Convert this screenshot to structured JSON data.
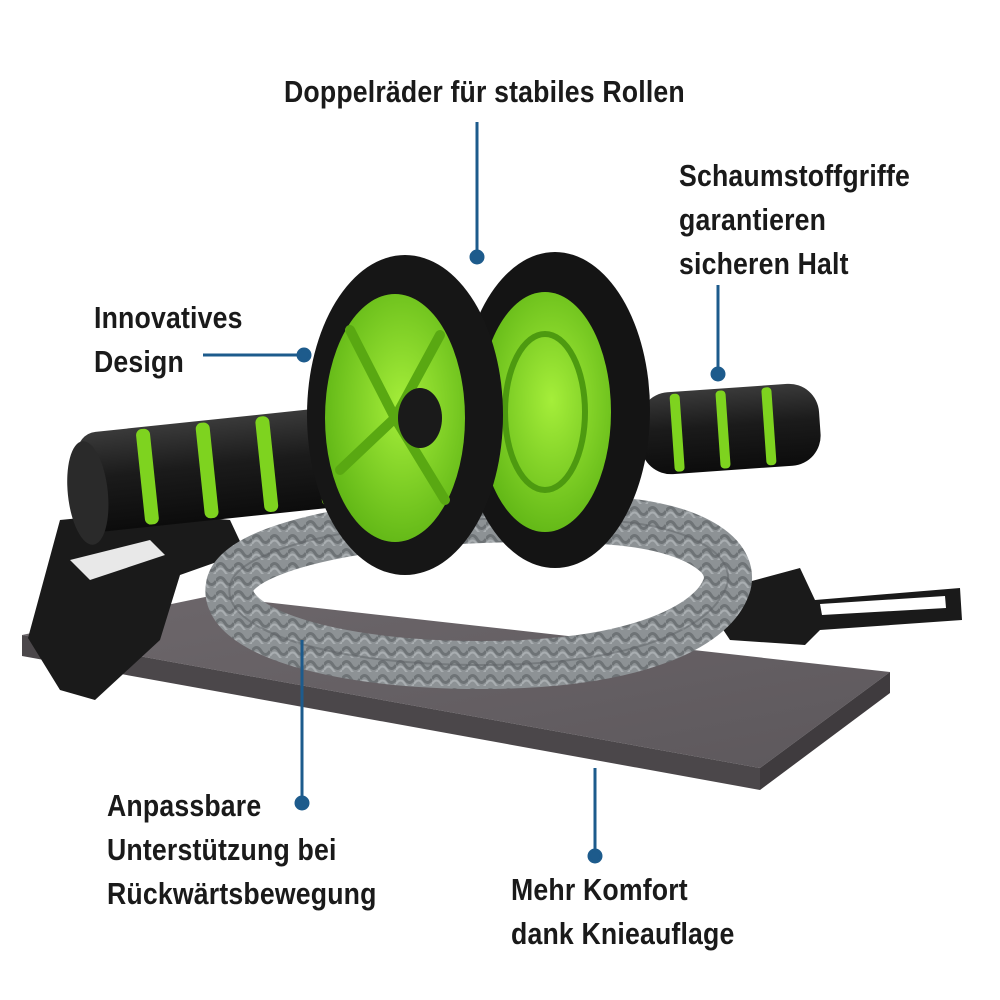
{
  "annotations": {
    "doppelraeder": {
      "lines": [
        "Doppelräder für stabiles Rollen"
      ]
    },
    "schaumstoff": {
      "lines": [
        "Schaumstoffgriffe",
        "garantieren",
        "sicheren Halt"
      ]
    },
    "innovativ": {
      "lines": [
        "Innovatives",
        "Design"
      ]
    },
    "anpassbar": {
      "lines": [
        "Anpassbare",
        "Unterstützung bei",
        "Rückwärtsbewegung"
      ]
    },
    "komfort": {
      "lines": [
        "Mehr Komfort",
        "dank Knieauflage"
      ]
    }
  },
  "colors": {
    "callout_line": "#1d5b8c",
    "wheel_green": "#7ed31f",
    "foam_black": "#1c1c1c",
    "band_gray": "#8a8f92",
    "mat_gray": "#6f6a6e"
  }
}
